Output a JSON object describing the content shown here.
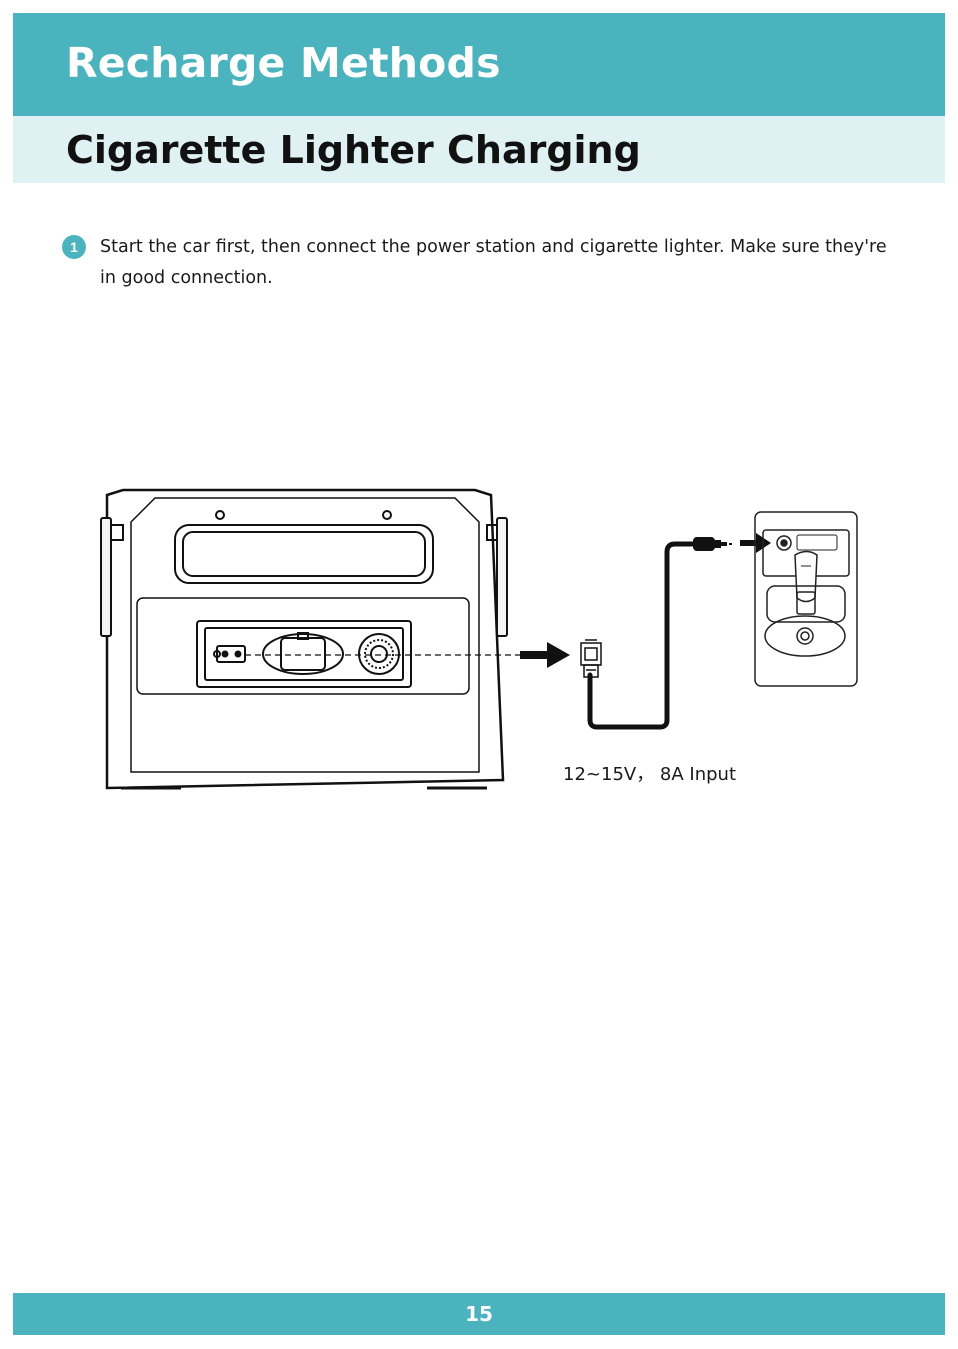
{
  "header": {
    "title": "Recharge Methods",
    "subtitle": "Cigarette Lighter Charging"
  },
  "step": {
    "number": "1",
    "text": "Start the car first, then connect the power station and cigarette lighter. Make sure they're in good connection."
  },
  "diagram": {
    "spec_label": "12~15V， 8A Input"
  },
  "footer": {
    "page_number": "15"
  },
  "colors": {
    "accent": "#4bb3be",
    "accent_light": "#dff1f3"
  }
}
